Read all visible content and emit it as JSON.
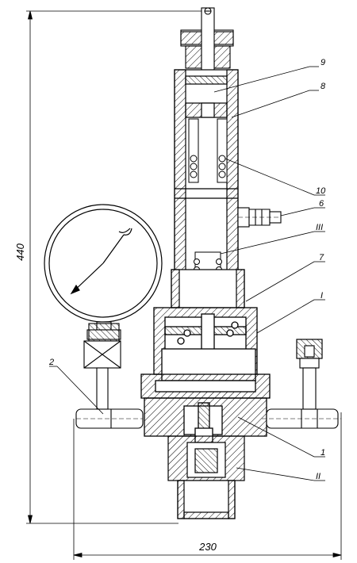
{
  "dimensions": {
    "height": "440",
    "width": "230"
  },
  "callouts": [
    {
      "id": "c9",
      "text": "9"
    },
    {
      "id": "c8",
      "text": "8"
    },
    {
      "id": "c10",
      "text": "10"
    },
    {
      "id": "c6",
      "text": "6"
    },
    {
      "id": "cIII",
      "text": "III"
    },
    {
      "id": "c7",
      "text": "7"
    },
    {
      "id": "cI",
      "text": "I"
    },
    {
      "id": "c2",
      "text": "2"
    },
    {
      "id": "c1",
      "text": "1"
    },
    {
      "id": "cII",
      "text": "II"
    }
  ],
  "colors": {
    "line": "#000000",
    "background": "#ffffff"
  }
}
